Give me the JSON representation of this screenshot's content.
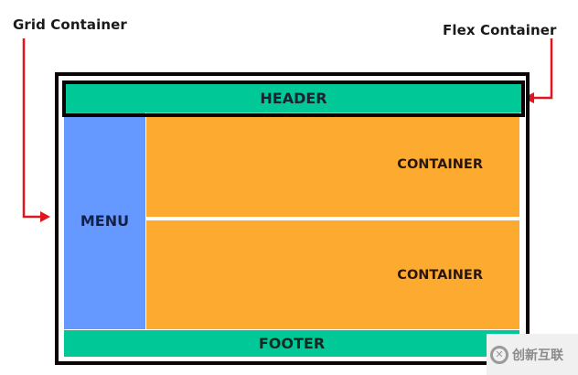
{
  "annotations": {
    "grid_container": "Grid Container",
    "flex_container": "Flex Container",
    "arrow_color": "#e0161e"
  },
  "layout": {
    "header": "HEADER",
    "menu": "MENU",
    "containers": [
      "CONTAINER",
      "CONTAINER"
    ],
    "footer": "FOOTER"
  },
  "colors": {
    "header_footer": "#00c896",
    "menu": "#6699ff",
    "container": "#fcab30",
    "border": "#0a0404"
  },
  "watermark": {
    "icon": "x-circle-logo-icon",
    "text": "创新互联"
  }
}
